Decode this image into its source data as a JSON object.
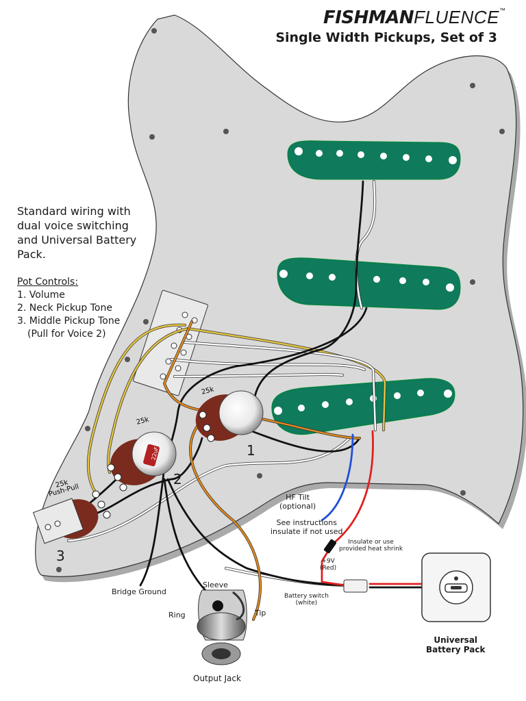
{
  "brand": {
    "name_bold": "FISHMAN",
    "name_light": "FLUENCE",
    "tm": "™"
  },
  "subtitle": "Single Width Pickups, Set of 3",
  "description": [
    "Standard wiring with",
    "dual voice switching",
    "and Universal Battery",
    "Pack."
  ],
  "pot_controls": {
    "title": "Pot Controls:",
    "items": [
      "1. Volume",
      "2. Neck Pickup Tone",
      "3. Middle Pickup Tone",
      "(Pull for Voice 2)"
    ]
  },
  "pots": {
    "p1": {
      "value": "25k",
      "number": "1"
    },
    "p2": {
      "value": "25k",
      "number": "2",
      "cap": "22uF"
    },
    "p3": {
      "value": "25k",
      "sub": "Push-Pull",
      "number": "3"
    }
  },
  "labels": {
    "hf_tilt": "HF Tilt",
    "optional": "(optional)",
    "see_instructions": "See instructions",
    "insulate_if_not_used": "insulate if not used",
    "insulate_or_use": "Insulate or use",
    "heat_shrink": "provided heat shrink",
    "plus9v": "+9V",
    "red": "(Red)",
    "battery_switch": "Battery switch",
    "white": "(white)",
    "bridge_ground": "Bridge Ground",
    "sleeve": "Sleeve",
    "ring": "Ring",
    "tip": "Tip",
    "output_jack": "Output Jack",
    "battery_pack_line1": "Universal",
    "battery_pack_line2": "Battery Pack"
  },
  "colors": {
    "pickguard": "#d9d9d9",
    "pickguard_shadow": "#aaaaaa",
    "pickup_green": "#0f7a5c",
    "pot_brown": "#7a2b1e",
    "wire_yellow": "#e6c642",
    "wire_orange": "#e08a1e",
    "wire_black": "#111111",
    "wire_white": "#ffffff",
    "wire_blue": "#1f4fd6",
    "wire_red": "#e02020"
  }
}
